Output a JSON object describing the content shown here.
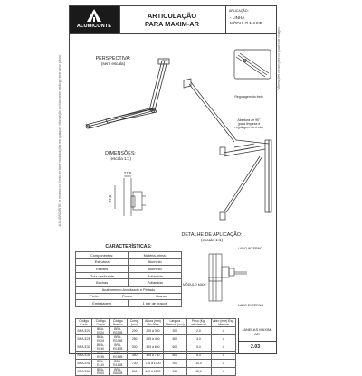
{
  "header": {
    "brand": "ALUMICONTE",
    "title_line1": "ARTICULAÇÃO",
    "title_line2": "PARA MAXIM-AR",
    "app_label": "APLICAÇÃO:",
    "app_line1": "- LINHA",
    "app_line2": "MÓDULO MAXIB",
    "code": "MAXIM-AR"
  },
  "sidebar": {
    "right_text": "* Alterações e inserções no quadro de códigos",
    "left_text": "A ALUMICONTE se reserva no direito de fazer modificações em qualquer informação contida neste catálogo sem aviso prévio."
  },
  "views": {
    "perspectiva_title": "PERSPECTIVA:",
    "perspectiva_sub": "(sem escala)",
    "dimensoes_title": "DIMENSÕES:",
    "dimensoes_sub": "(escala 1:1)",
    "dim_top": "27,5",
    "dim_side": "27,5",
    "regulagem": "Regulagem do freio",
    "abertura_line1": "Abertura de 90°",
    "abertura_line2": "(para limpeza e",
    "abertura_line3": "regulagem do freio)",
    "detalhe_title": "DETALHE DE APLICAÇÃO:",
    "detalhe_sub": "(escala 1:1)",
    "lado_interno": "LADO INTERNO",
    "lado_externo": "LADO EXTERNO",
    "modulo_label": "MÓDULO MAXI"
  },
  "caracteristicas": {
    "title": "CARACTERÍSTICAS:",
    "rows": [
      {
        "k": "Componentes:",
        "v": "Matéria-prima:"
      },
      {
        "k": "Estrutura",
        "v": "Alumínio"
      },
      {
        "k": "Rebites",
        "v": "Alumínio"
      },
      {
        "k": "Guia deslizante",
        "v": "Poliamida"
      },
      {
        "k": "Buchas",
        "v": "Poliamida"
      }
    ],
    "acabamento_title": "Acabamento Anodizado e Pintado",
    "acabamentos": [
      "Preto",
      "Fosco",
      "Branco"
    ],
    "embalagem_k": "Embalagem",
    "embalagem_v": "1 par de braços"
  },
  "spec_table": {
    "headers": [
      "Código Preto",
      "Código Fosco",
      "Código Branco",
      "Comp. (mm)",
      "Altura (mm) Min-Máx",
      "Largura Máxima (mm)",
      "Peso (Kg) admissível",
      "Vidro (mm) Esp. Máxima"
    ],
    "rows": [
      [
        "BRA-E20",
        "BRA-E020",
        "BRA-E020B",
        "200",
        "205 à 300",
        "300",
        "2,0",
        "4"
      ],
      [
        "BRA-E25",
        "BRA-E025",
        "BRA-E025B",
        "250",
        "255 à 400",
        "500",
        "3,0",
        "4"
      ],
      [
        "BRA-E30",
        "BRA-E030",
        "BRA-E030B",
        "300",
        "305 à 600",
        "600",
        "5,0",
        "4"
      ],
      [
        "BRA-E35",
        "BRA-E035",
        "BRA-E035B",
        "350",
        "355 à 750",
        "600",
        "6,0",
        "4"
      ],
      [
        "BRA-E41",
        "BRA-E410",
        "BRA-E410B",
        "700",
        "725 à 1000",
        "900",
        "10,0",
        "4"
      ],
      [
        "BRA-E60",
        "BRA-E600",
        "BRA-E600B",
        "600",
        "640 à 1200",
        "900",
        "12,0",
        "4"
      ]
    ]
  },
  "footer": {
    "janelas": "JANELAS MAXIM-AR",
    "page": "2.03"
  }
}
